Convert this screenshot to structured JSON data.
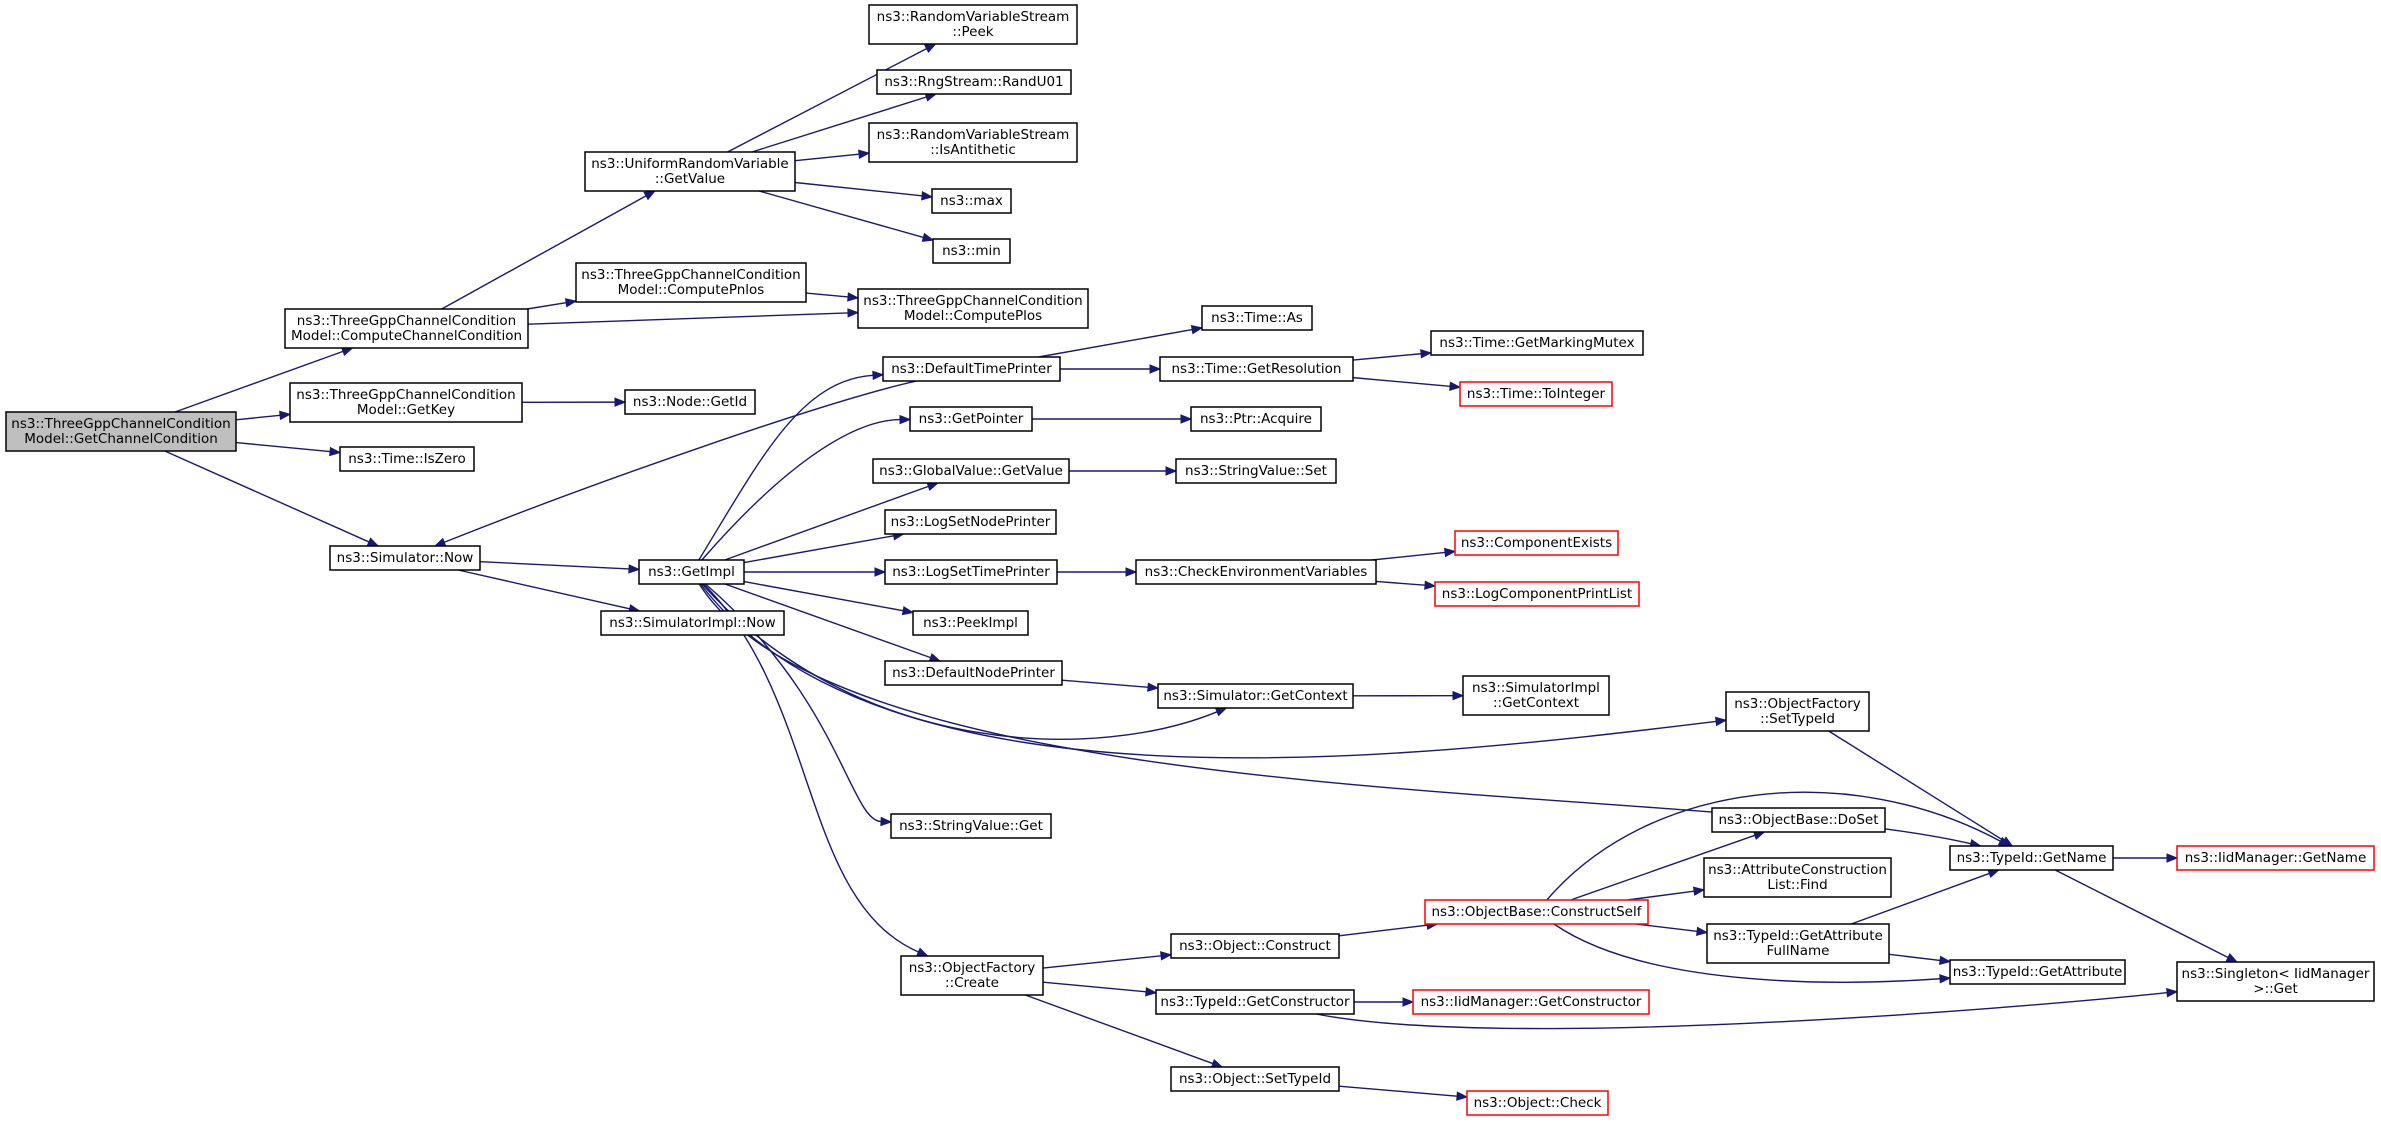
{
  "nodes": [
    {
      "id": "root",
      "lines": [
        "ns3::ThreeGppChannelCondition",
        "Model::GetChannelCondition"
      ],
      "style": "root"
    },
    {
      "id": "compute_cc",
      "lines": [
        "ns3::ThreeGppChannelCondition",
        "Model::ComputeChannelCondition"
      ]
    },
    {
      "id": "getkey",
      "lines": [
        "ns3::ThreeGppChannelCondition",
        "Model::GetKey"
      ]
    },
    {
      "id": "iszero",
      "lines": [
        "ns3::Time::IsZero"
      ]
    },
    {
      "id": "sim_now",
      "lines": [
        "ns3::Simulator::Now"
      ]
    },
    {
      "id": "urv_getvalue",
      "lines": [
        "ns3::UniformRandomVariable",
        "::GetValue"
      ]
    },
    {
      "id": "pnlos",
      "lines": [
        "ns3::ThreeGppChannelCondition",
        "Model::ComputePnlos"
      ]
    },
    {
      "id": "plos",
      "lines": [
        "ns3::ThreeGppChannelCondition",
        "Model::ComputePlos"
      ]
    },
    {
      "id": "peek",
      "lines": [
        "ns3::RandomVariableStream",
        "::Peek"
      ]
    },
    {
      "id": "randu01",
      "lines": [
        "ns3::RngStream::RandU01"
      ]
    },
    {
      "id": "isanti",
      "lines": [
        "ns3::RandomVariableStream",
        "::IsAntithetic"
      ]
    },
    {
      "id": "max",
      "lines": [
        "ns3::max"
      ]
    },
    {
      "id": "min",
      "lines": [
        "ns3::min"
      ]
    },
    {
      "id": "node_getid",
      "lines": [
        "ns3::Node::GetId"
      ]
    },
    {
      "id": "getimpl",
      "lines": [
        "ns3::GetImpl"
      ]
    },
    {
      "id": "simimpl_now",
      "lines": [
        "ns3::SimulatorImpl::Now"
      ]
    },
    {
      "id": "deftimeprinter",
      "lines": [
        "ns3::DefaultTimePrinter"
      ]
    },
    {
      "id": "getpointer",
      "lines": [
        "ns3::GetPointer"
      ]
    },
    {
      "id": "gv_getvalue",
      "lines": [
        "ns3::GlobalValue::GetValue"
      ]
    },
    {
      "id": "logsetnode",
      "lines": [
        "ns3::LogSetNodePrinter"
      ]
    },
    {
      "id": "logsettime",
      "lines": [
        "ns3::LogSetTimePrinter"
      ]
    },
    {
      "id": "peekimpl",
      "lines": [
        "ns3::PeekImpl"
      ]
    },
    {
      "id": "defnodeprinter",
      "lines": [
        "ns3::DefaultNodePrinter"
      ]
    },
    {
      "id": "strval_get",
      "lines": [
        "ns3::StringValue::Get"
      ]
    },
    {
      "id": "of_create",
      "lines": [
        "ns3::ObjectFactory",
        "::Create"
      ]
    },
    {
      "id": "time_as",
      "lines": [
        "ns3::Time::As"
      ]
    },
    {
      "id": "time_getres",
      "lines": [
        "ns3::Time::GetResolution"
      ]
    },
    {
      "id": "ptr_acquire",
      "lines": [
        "ns3::Ptr::Acquire"
      ]
    },
    {
      "id": "strval_set",
      "lines": [
        "ns3::StringValue::Set"
      ]
    },
    {
      "id": "checkenv",
      "lines": [
        "ns3::CheckEnvironmentVariables"
      ]
    },
    {
      "id": "sim_getcontext",
      "lines": [
        "ns3::Simulator::GetContext"
      ]
    },
    {
      "id": "time_getmarking",
      "lines": [
        "ns3::Time::GetMarkingMutex"
      ]
    },
    {
      "id": "time_tointeger",
      "lines": [
        "ns3::Time::ToInteger"
      ],
      "style": "incomplete"
    },
    {
      "id": "compexists",
      "lines": [
        "ns3::ComponentExists"
      ],
      "style": "incomplete"
    },
    {
      "id": "logcompprint",
      "lines": [
        "ns3::LogComponentPrintList"
      ],
      "style": "incomplete"
    },
    {
      "id": "simimpl_getcontext",
      "lines": [
        "ns3::SimulatorImpl",
        "::GetContext"
      ]
    },
    {
      "id": "of_settypeid",
      "lines": [
        "ns3::ObjectFactory",
        "::SetTypeId"
      ]
    },
    {
      "id": "obj_construct",
      "lines": [
        "ns3::Object::Construct"
      ]
    },
    {
      "id": "typeid_getctor",
      "lines": [
        "ns3::TypeId::GetConstructor"
      ]
    },
    {
      "id": "obj_settypeid",
      "lines": [
        "ns3::Object::SetTypeId"
      ]
    },
    {
      "id": "ob_constructself",
      "lines": [
        "ns3::ObjectBase::ConstructSelf"
      ],
      "style": "incomplete"
    },
    {
      "id": "iid_getctor",
      "lines": [
        "ns3::IidManager::GetConstructor"
      ],
      "style": "incomplete"
    },
    {
      "id": "obj_check",
      "lines": [
        "ns3::Object::Check"
      ],
      "style": "incomplete"
    },
    {
      "id": "ob_doset",
      "lines": [
        "ns3::ObjectBase::DoSet"
      ]
    },
    {
      "id": "acl_find",
      "lines": [
        "ns3::AttributeConstruction",
        "List::Find"
      ]
    },
    {
      "id": "typeid_getattrfull",
      "lines": [
        "ns3::TypeId::GetAttribute",
        "FullName"
      ]
    },
    {
      "id": "typeid_getname",
      "lines": [
        "ns3::TypeId::GetName"
      ]
    },
    {
      "id": "typeid_getattr",
      "lines": [
        "ns3::TypeId::GetAttribute"
      ]
    },
    {
      "id": "iid_getname",
      "lines": [
        "ns3::IidManager::GetName"
      ],
      "style": "incomplete"
    },
    {
      "id": "singleton_get",
      "lines": [
        "ns3::Singleton< IidManager",
        ">::Get"
      ]
    }
  ],
  "edges": [
    [
      "root",
      "compute_cc"
    ],
    [
      "root",
      "getkey"
    ],
    [
      "root",
      "iszero"
    ],
    [
      "root",
      "sim_now"
    ],
    [
      "compute_cc",
      "urv_getvalue"
    ],
    [
      "compute_cc",
      "pnlos"
    ],
    [
      "compute_cc",
      "plos"
    ],
    [
      "urv_getvalue",
      "peek"
    ],
    [
      "urv_getvalue",
      "randu01"
    ],
    [
      "urv_getvalue",
      "isanti"
    ],
    [
      "urv_getvalue",
      "max"
    ],
    [
      "urv_getvalue",
      "min"
    ],
    [
      "pnlos",
      "plos"
    ],
    [
      "getkey",
      "node_getid"
    ],
    [
      "sim_now",
      "getimpl"
    ],
    [
      "sim_now",
      "simimpl_now"
    ],
    [
      "getimpl",
      "deftimeprinter"
    ],
    [
      "getimpl",
      "getpointer"
    ],
    [
      "getimpl",
      "gv_getvalue"
    ],
    [
      "getimpl",
      "logsetnode"
    ],
    [
      "getimpl",
      "logsettime"
    ],
    [
      "getimpl",
      "peekimpl"
    ],
    [
      "getimpl",
      "defnodeprinter"
    ],
    [
      "getimpl",
      "strval_get"
    ],
    [
      "getimpl",
      "of_create"
    ],
    [
      "getimpl",
      "sim_getcontext"
    ],
    [
      "getimpl",
      "of_settypeid"
    ],
    [
      "getimpl",
      "typeid_getname"
    ],
    [
      "deftimeprinter",
      "sim_now"
    ],
    [
      "deftimeprinter",
      "time_as"
    ],
    [
      "deftimeprinter",
      "time_getres"
    ],
    [
      "time_getres",
      "time_getmarking"
    ],
    [
      "time_getres",
      "time_tointeger"
    ],
    [
      "getpointer",
      "ptr_acquire"
    ],
    [
      "gv_getvalue",
      "strval_set"
    ],
    [
      "logsettime",
      "checkenv"
    ],
    [
      "checkenv",
      "compexists"
    ],
    [
      "checkenv",
      "logcompprint"
    ],
    [
      "defnodeprinter",
      "sim_getcontext"
    ],
    [
      "sim_getcontext",
      "simimpl_getcontext"
    ],
    [
      "of_settypeid",
      "typeid_getname"
    ],
    [
      "of_create",
      "obj_construct"
    ],
    [
      "of_create",
      "typeid_getctor"
    ],
    [
      "of_create",
      "obj_settypeid"
    ],
    [
      "obj_construct",
      "ob_constructself"
    ],
    [
      "ob_constructself",
      "ob_doset"
    ],
    [
      "ob_constructself",
      "acl_find"
    ],
    [
      "ob_constructself",
      "typeid_getattrfull"
    ],
    [
      "ob_constructself",
      "typeid_getattr"
    ],
    [
      "ob_constructself",
      "typeid_getname"
    ],
    [
      "typeid_getattrfull",
      "typeid_getname"
    ],
    [
      "typeid_getattrfull",
      "typeid_getattr"
    ],
    [
      "typeid_getname",
      "iid_getname"
    ],
    [
      "typeid_getname",
      "singleton_get"
    ],
    [
      "typeid_getctor",
      "iid_getctor"
    ],
    [
      "typeid_getctor",
      "singleton_get"
    ],
    [
      "obj_settypeid",
      "obj_check"
    ]
  ]
}
